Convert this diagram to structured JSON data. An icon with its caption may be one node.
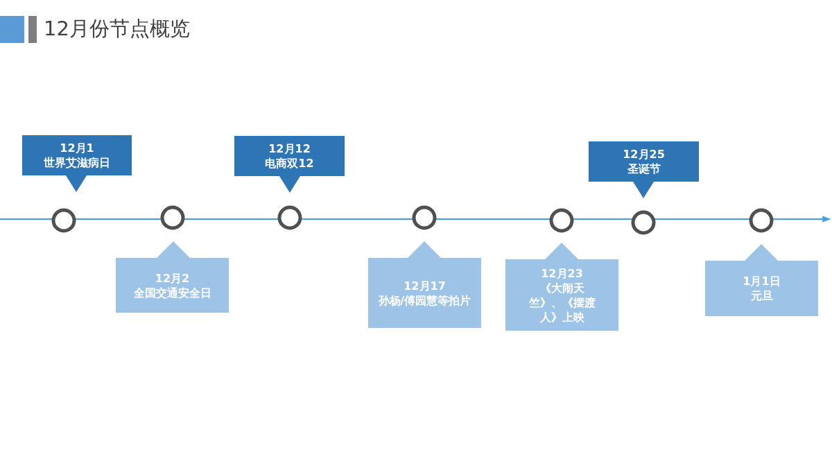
{
  "diagram": {
    "title": "12月份节点概览",
    "nodes": [
      {
        "text": [
          "12月1",
          "世界艾滋病日"
        ]
      },
      {
        "text": [
          "12月2",
          "全国交通安全日"
        ]
      },
      {
        "text": [
          "12月12",
          "电商双12"
        ]
      },
      {
        "text": [
          "12月17",
          "孙杨/傅园慧等拍片"
        ]
      },
      {
        "text": [
          "12月23",
          "《大闹天竺》、《摆渡人》上映"
        ]
      },
      {
        "text": [
          "12月25",
          "圣诞节"
        ]
      },
      {
        "text": [
          "1月1日",
          "元旦"
        ]
      },
      {
        "text": [],
        "shape": "circle"
      },
      {
        "text": [],
        "shape": "circle"
      },
      {
        "text": [],
        "shape": "circle"
      },
      {
        "text": [],
        "shape": "circle"
      },
      {
        "text": [],
        "shape": "circle"
      },
      {
        "text": [],
        "shape": "circle"
      },
      {
        "text": [],
        "shape": "circle"
      }
    ]
  }
}
